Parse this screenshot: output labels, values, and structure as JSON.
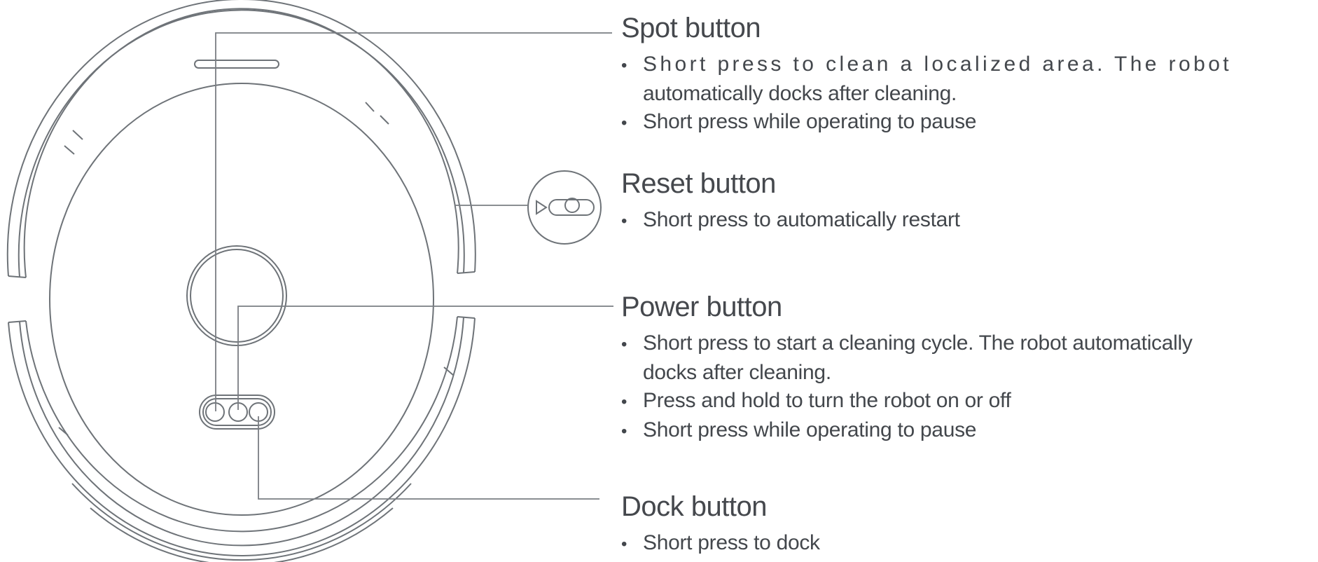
{
  "page": {
    "background": "#ffffff",
    "text_color": "#43474c",
    "heading_color": "#45484d",
    "diagram_line_color": "#6e7378",
    "callout_line_color": "#7a7e83",
    "bullet_char": "•"
  },
  "diagram": {
    "subject": "robot-vacuum-top-view",
    "parts": [
      "robot-body-outline",
      "bumper-ring",
      "lidar-turret",
      "button-cluster",
      "spot-button",
      "power-button",
      "dock-button",
      "reset-button-magnified-detail"
    ]
  },
  "sections": [
    {
      "id": "spot",
      "title": "Spot button",
      "bullets": [
        {
          "spaced": true,
          "lines": [
            "Short press to clean a localized area. The robot",
            "automatically docks after cleaning."
          ]
        },
        {
          "lines": [
            "Short press while operating to pause"
          ]
        }
      ]
    },
    {
      "id": "reset",
      "title": "Reset button",
      "bullets": [
        {
          "lines": [
            "Short press to automatically restart"
          ]
        }
      ]
    },
    {
      "id": "power",
      "title": "Power button",
      "bullets": [
        {
          "lines": [
            "Short press to start a cleaning cycle. The robot automatically",
            "docks after cleaning."
          ]
        },
        {
          "lines": [
            "Press and hold to turn the robot on or off"
          ]
        },
        {
          "lines": [
            "Short press while operating to pause"
          ]
        }
      ]
    },
    {
      "id": "dock",
      "title": "Dock button",
      "bullets": [
        {
          "lines": [
            "Short press to dock"
          ]
        }
      ]
    }
  ]
}
